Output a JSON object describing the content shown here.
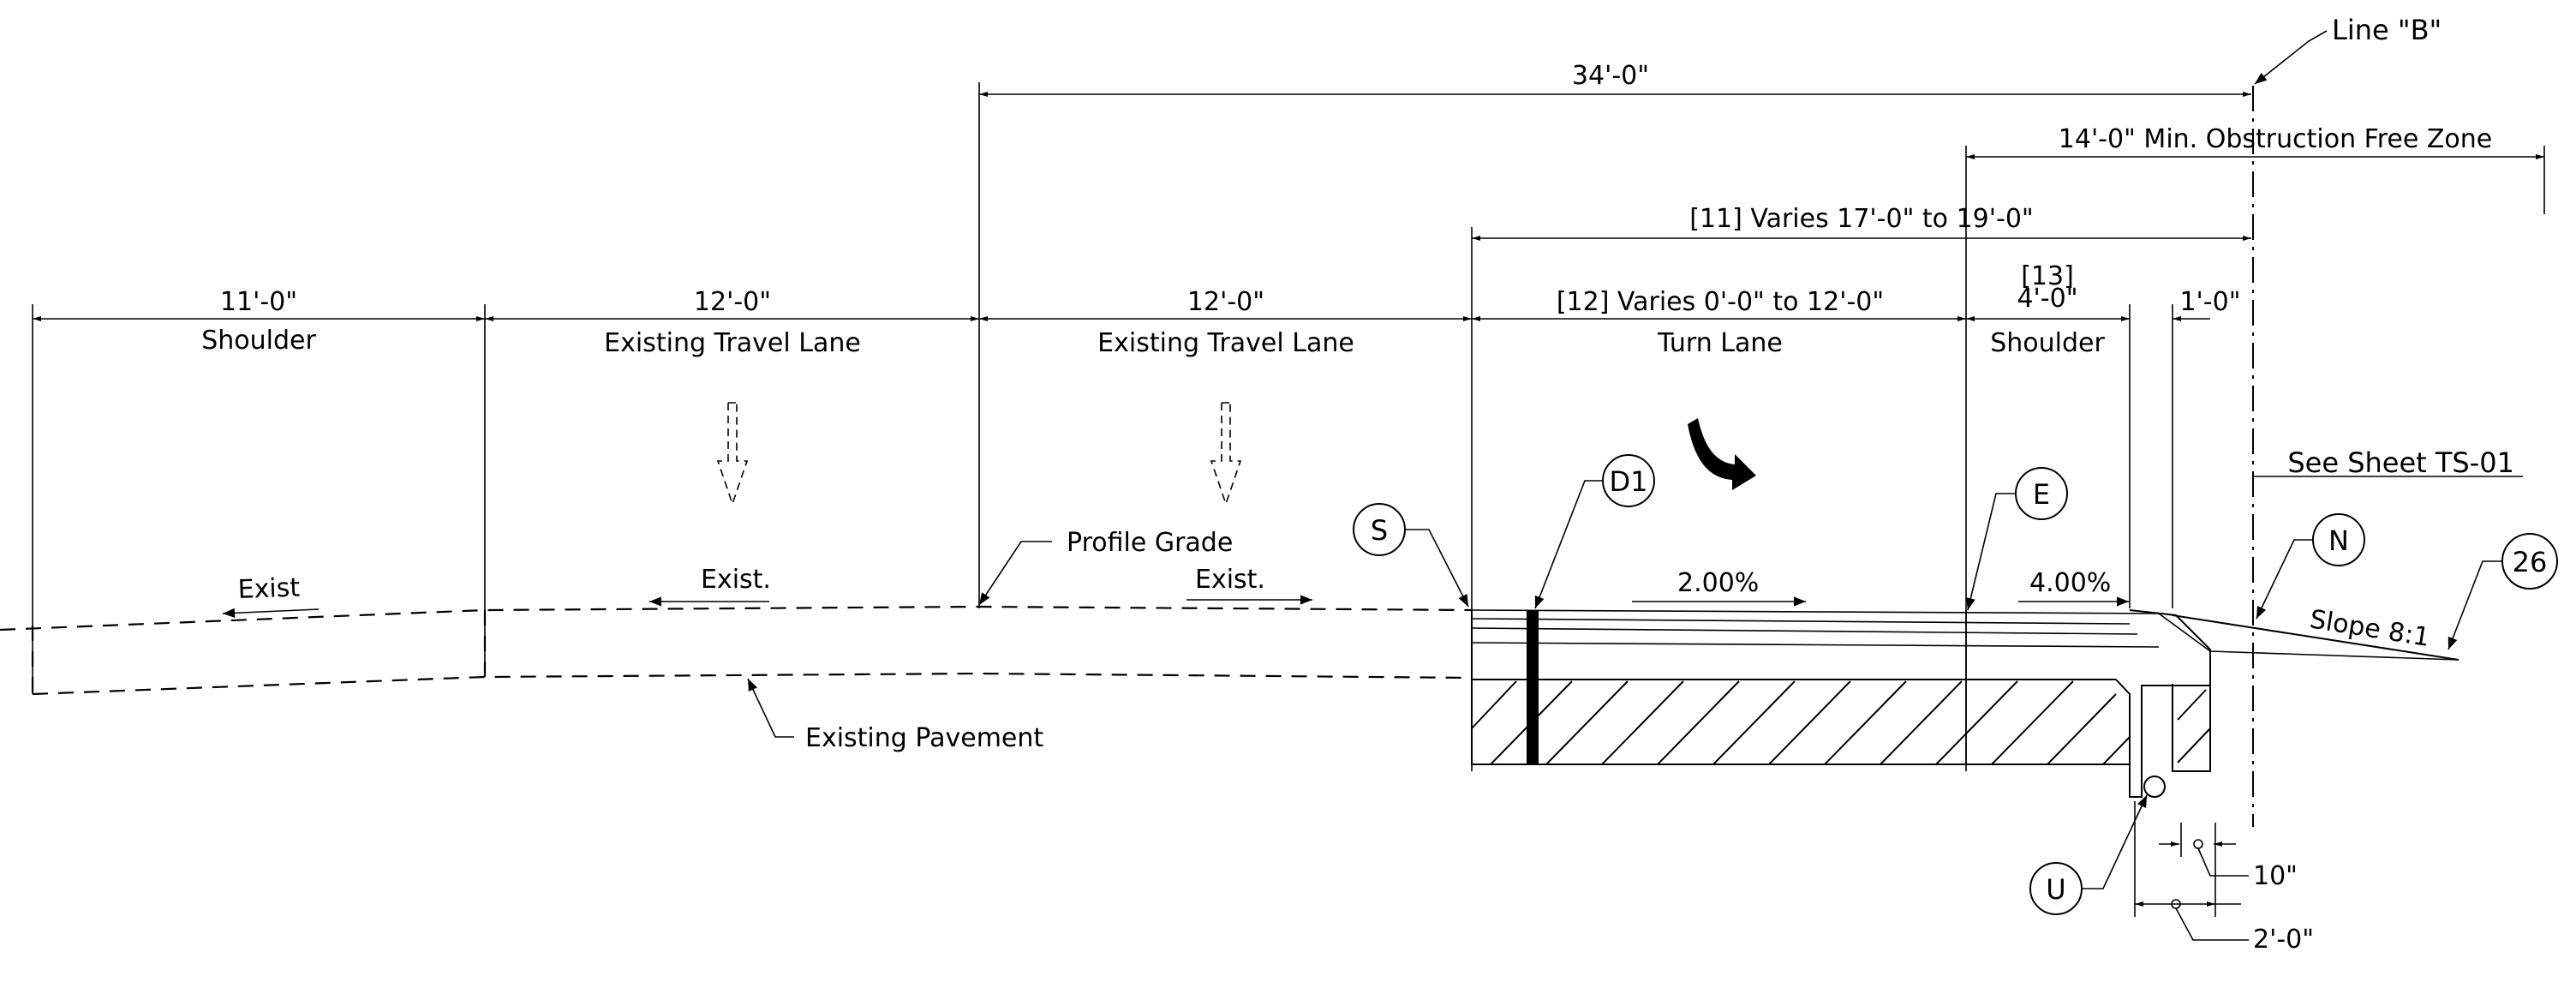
{
  "top_dimension": "34'-0\"",
  "line_b_label": "Line \"B\"",
  "obstruction_zone": "14'-0\" Min. Obstruction Free Zone",
  "varies_11": "[11] Varies 17'-0\" to 19'-0\"",
  "lanes": [
    {
      "width": "11'-0\"",
      "name": "Shoulder"
    },
    {
      "width": "12'-0\"",
      "name": "Existing Travel Lane"
    },
    {
      "width": "12'-0\"",
      "name": "Existing Travel Lane"
    },
    {
      "width": "[12] Varies 0'-0\" to 12'-0\"",
      "name": "Turn Lane"
    },
    {
      "width": "4'-0\"",
      "name": "Shoulder",
      "note": "[13]"
    }
  ],
  "small_dim_1ft": "1'-0\"",
  "see_sheet": "See Sheet TS-01",
  "slopes": {
    "exist_left": "Exist",
    "exist_mid": "Exist.",
    "exist_right": "Exist.",
    "turn_lane": "2.00%",
    "shoulder": "4.00%",
    "side_slope": "Slope 8:1"
  },
  "labels": {
    "profile_grade": "Profile Grade",
    "existing_pavement": "Existing Pavement"
  },
  "callouts": {
    "S": "S",
    "D1": "D1",
    "E": "E",
    "N": "N",
    "c26": "26",
    "U": "U"
  },
  "curb_dims": {
    "ten_in": "10\"",
    "two_ft": "2'-0\""
  }
}
